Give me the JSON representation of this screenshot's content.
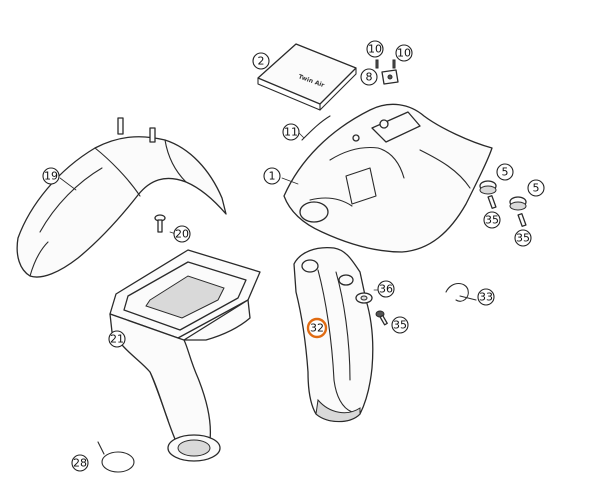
{
  "callouts": [
    {
      "id": "c1",
      "label": "1"
    },
    {
      "id": "c2",
      "label": "2"
    },
    {
      "id": "c5a",
      "label": "5"
    },
    {
      "id": "c5b",
      "label": "5"
    },
    {
      "id": "c8",
      "label": "8"
    },
    {
      "id": "c10a",
      "label": "10"
    },
    {
      "id": "c10b",
      "label": "10"
    },
    {
      "id": "c11",
      "label": "11"
    },
    {
      "id": "c19",
      "label": "19"
    },
    {
      "id": "c20",
      "label": "20"
    },
    {
      "id": "c21",
      "label": "21"
    },
    {
      "id": "c28",
      "label": "28"
    },
    {
      "id": "c32",
      "label": "32",
      "highlight": true
    },
    {
      "id": "c33",
      "label": "33"
    },
    {
      "id": "c35a",
      "label": "35"
    },
    {
      "id": "c35b",
      "label": "35"
    },
    {
      "id": "c35c",
      "label": "35"
    },
    {
      "id": "c36",
      "label": "36"
    }
  ],
  "manual_label": "Twin Air",
  "colors": {
    "highlight": "#e06b12",
    "stroke": "#2a2a2a"
  }
}
